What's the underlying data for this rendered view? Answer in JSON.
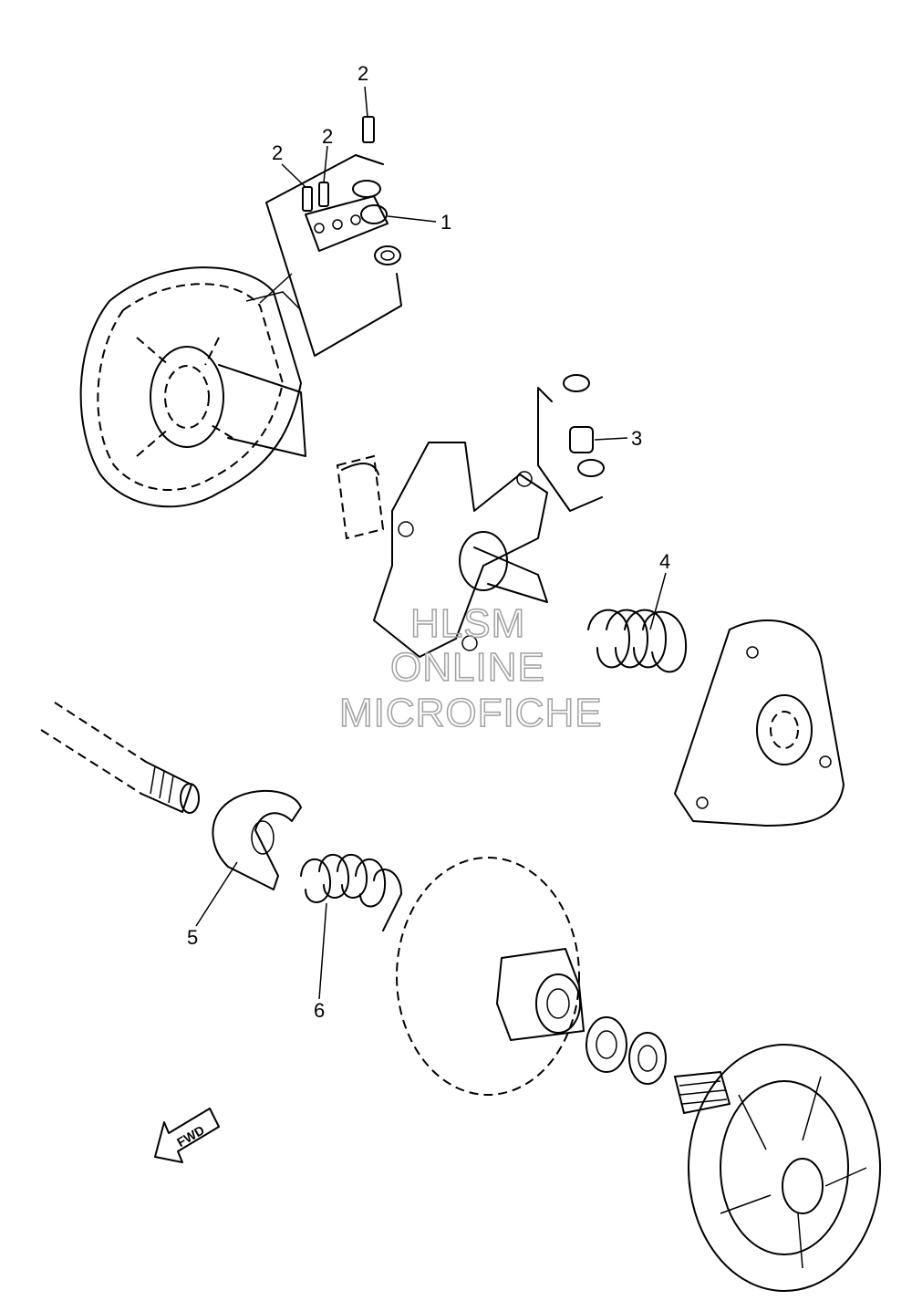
{
  "callouts": {
    "c1": "1",
    "c2a": "2",
    "c2b": "2",
    "c2c": "2",
    "c3": "3",
    "c4": "4",
    "c5": "5",
    "c6": "6"
  },
  "direction_marker": {
    "label": "FWD"
  },
  "watermark": {
    "line1": "HLSM",
    "line2": "ONLINE",
    "line3": "MICROFICHE"
  }
}
